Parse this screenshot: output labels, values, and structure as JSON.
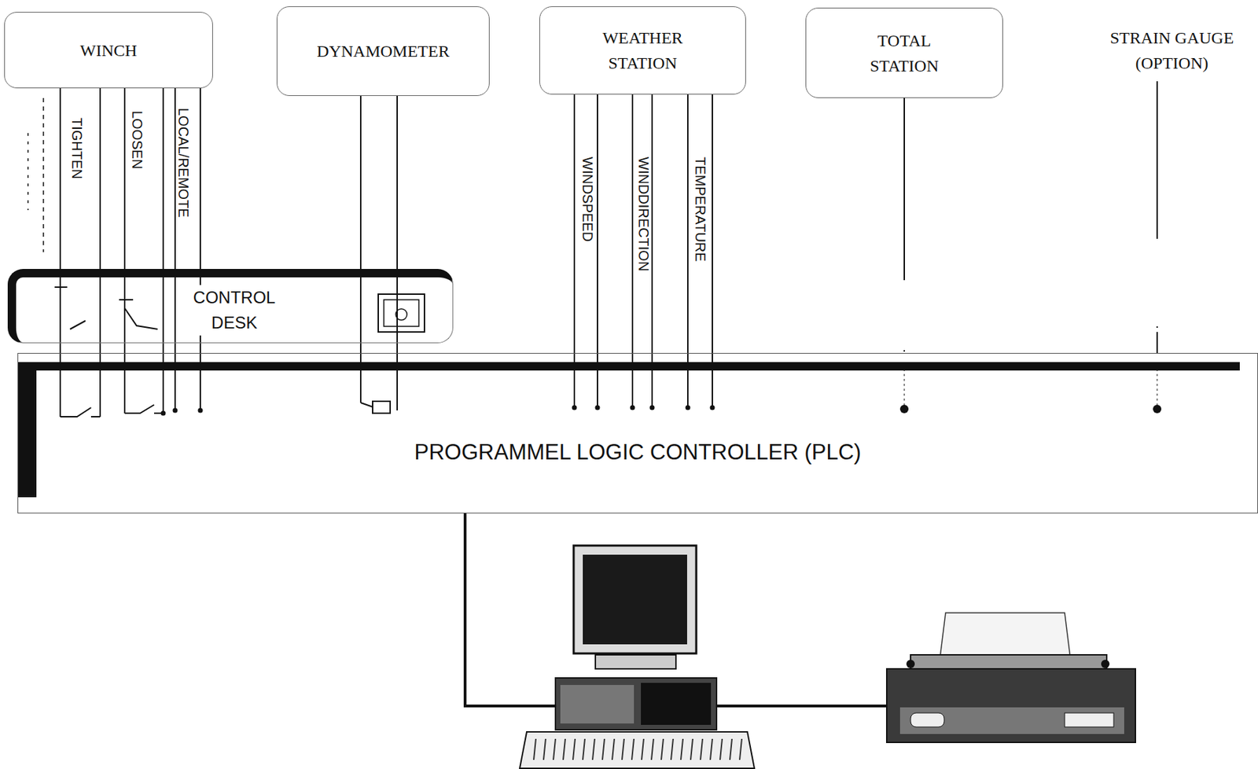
{
  "diagram": {
    "nodes": [
      {
        "text": [
          "WINCH"
        ]
      },
      {
        "text": [
          "DYNAMOMETER"
        ]
      },
      {
        "text": [
          "WEATHER STATION"
        ]
      },
      {
        "text": [
          "TOTAL STATION"
        ]
      },
      {
        "text": [
          "STRAIN GAUGE (OPTION)"
        ]
      },
      {
        "text": [
          "CONTROL DESK"
        ]
      },
      {
        "text": [
          "PROGRAMMEL LOGIC CONTROLLER (PLC)"
        ]
      }
    ],
    "edges": [
      {
        "from": 0,
        "to": 6,
        "arrow": "none"
      },
      {
        "from": 1,
        "to": 6,
        "arrow": "none"
      },
      {
        "from": 2,
        "to": 6,
        "arrow": "none"
      },
      {
        "from": 3,
        "to": 6,
        "arrow": "none"
      },
      {
        "from": 4,
        "to": 6,
        "arrow": "none"
      }
    ],
    "labels": [
      "TIGHTEN",
      "LOOSEN",
      "LOCAL/REMOTE",
      "WINDSPEED",
      "WINDDIRECTION",
      "TEMPERATURE"
    ]
  }
}
